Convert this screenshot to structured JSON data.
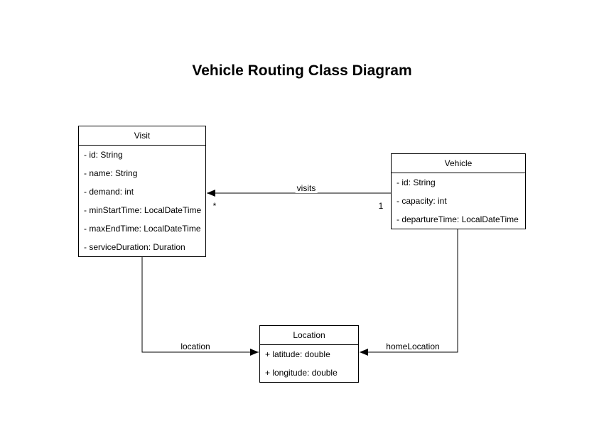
{
  "title": "Vehicle Routing Class Diagram",
  "colors": {
    "background": "#ffffff",
    "stroke": "#000000",
    "text": "#000000"
  },
  "classes": {
    "visit": {
      "name": "Visit",
      "attributes": [
        "- id: String",
        "- name: String",
        "- demand: int",
        "- minStartTime: LocalDateTime",
        "- maxEndTime: LocalDateTime",
        "- serviceDuration: Duration"
      ]
    },
    "vehicle": {
      "name": "Vehicle",
      "attributes": [
        "- id: String",
        "- capacity: int",
        "- departureTime: LocalDateTime"
      ]
    },
    "location": {
      "name": "Location",
      "attributes": [
        "+ latitude: double",
        "+ longitude: double"
      ]
    }
  },
  "edges": {
    "visits": {
      "label": "visits",
      "source_multiplicity": "1",
      "target_multiplicity": "*"
    },
    "location": {
      "label": "location"
    },
    "home_location": {
      "label": "homeLocation"
    }
  }
}
